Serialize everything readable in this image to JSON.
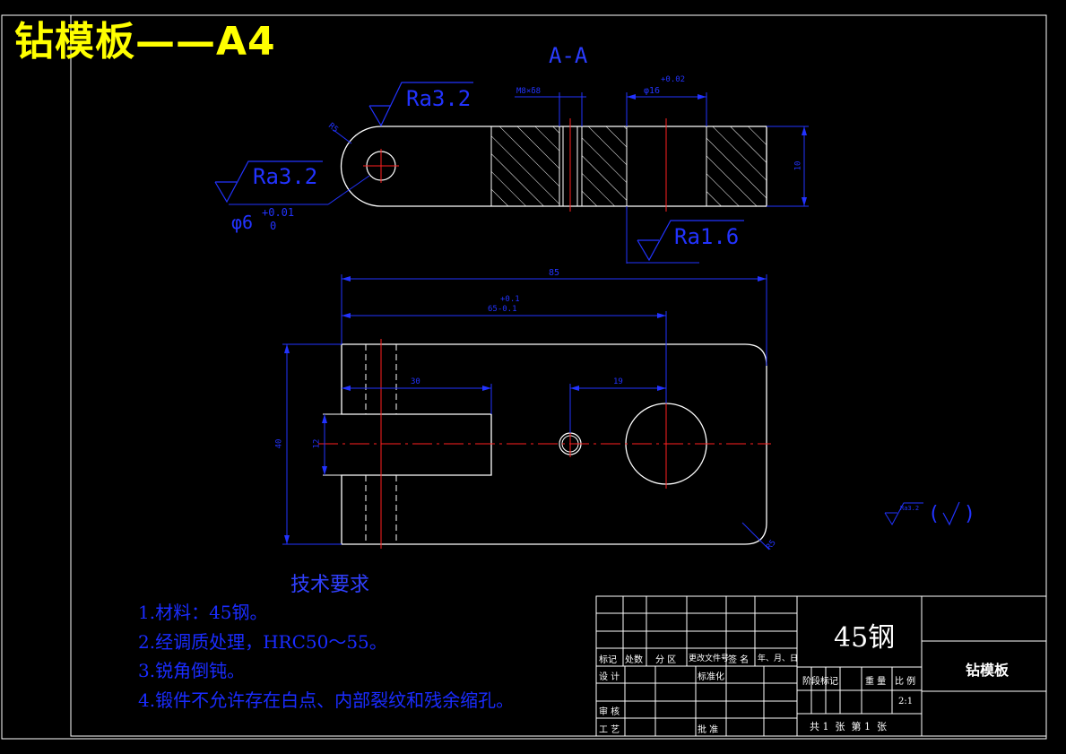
{
  "title": "钻模板——A4",
  "section_label": "A-A",
  "roughness": {
    "ra_top": "Ra3.2",
    "ra_left": "Ra3.2",
    "ra_bottom": "Ra1.6",
    "general_symbol_label": "Ra3.2",
    "general_paren": "(  )"
  },
  "dimensions": {
    "hole_tol_main": "φ6",
    "hole_tol_upper": "+0.01",
    "hole_tol_lower": "0",
    "r5_top": "R5",
    "m8_label": "M8×δ8",
    "phi_label": "φ16",
    "phi_tol": "+0.02",
    "height_10": "10",
    "total_85": "85",
    "tol_01_upper": "+0.1",
    "dim_65": "65-0.1",
    "dim_30": "30",
    "dim_19": "19",
    "dim_40": "40",
    "dim_12": "12",
    "r5_bottom": "R5"
  },
  "tech_requirements": {
    "heading": "技术要求",
    "items": [
      "1.材料：45钢。",
      "2.经调质处理，HRC50～55。",
      "3.锐角倒钝。",
      "4.锻件不允许存在白点、内部裂纹和残余缩孔。"
    ]
  },
  "title_block": {
    "material": "45钢",
    "part_name": "钻模板",
    "header_labels": [
      "标记",
      "处数",
      "分 区",
      "更改文件号",
      "签 名",
      "年、月、日"
    ],
    "row_design": "设 计",
    "row_standard": "标准化",
    "row_review": "审 核",
    "row_process": "工 艺",
    "row_approve": "批 准",
    "stage_mark": "阶段标记",
    "weight": "重 量",
    "scale_label": "比 例",
    "scale_value": "2:1",
    "sheets": "共 1  张  第 1  张"
  },
  "colors": {
    "background": "#000000",
    "outline": "#ffffff",
    "dimension": "#2233ff",
    "centerline": "#ff2020",
    "title": "#ffff00"
  }
}
